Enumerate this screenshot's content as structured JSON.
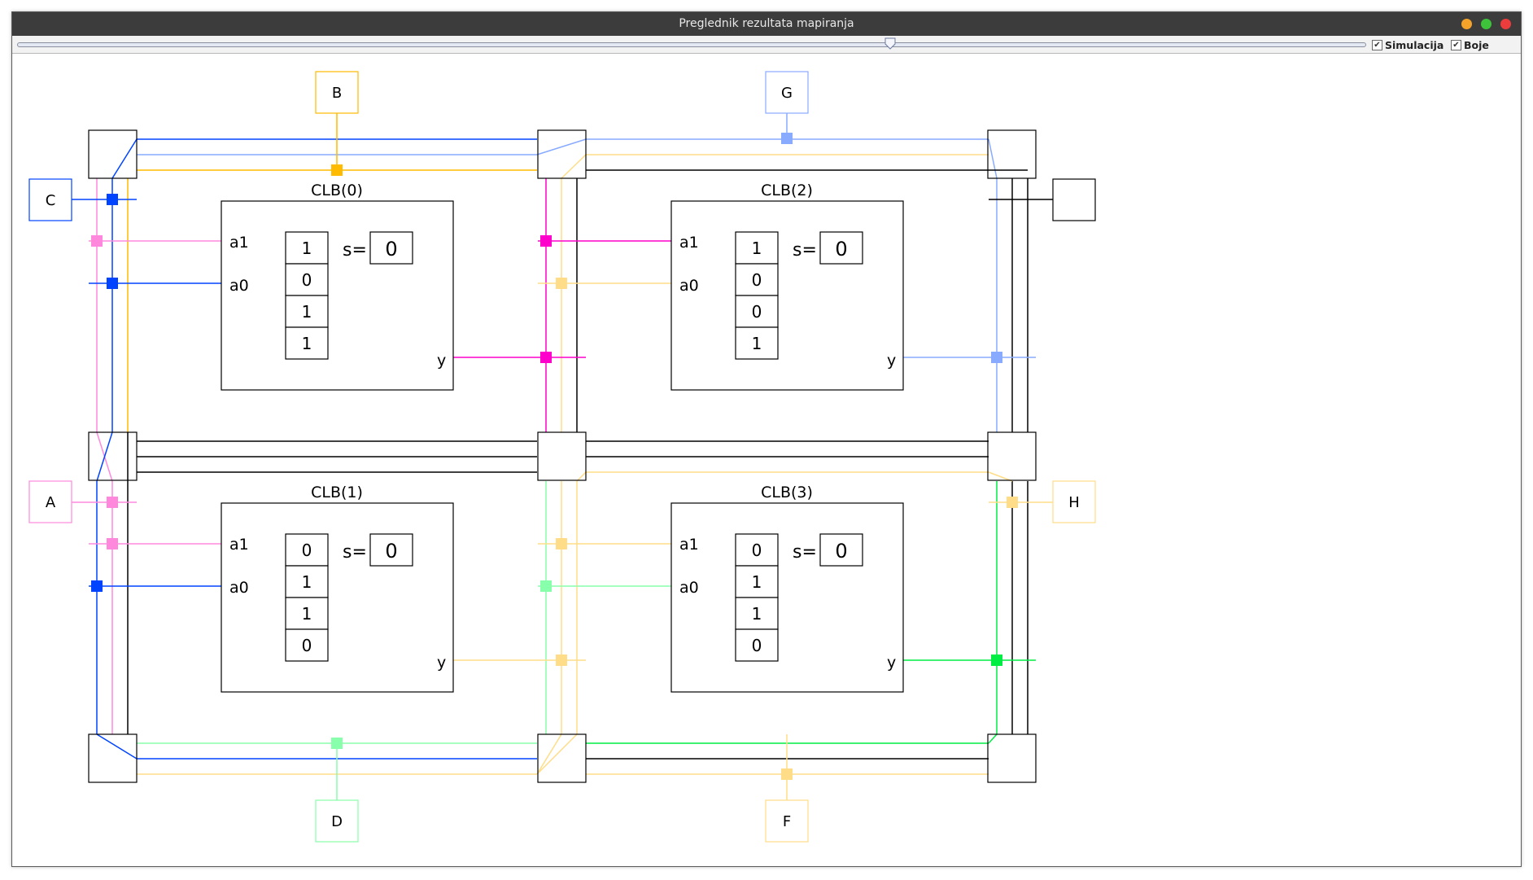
{
  "window": {
    "title": "Preglednik rezultata mapiranja"
  },
  "toolbar": {
    "simulacija_label": "Simulacija",
    "boje_label": "Boje",
    "simulacija_checked": true,
    "boje_checked": true
  },
  "pins": {
    "A": "A",
    "B": "B",
    "C": "C",
    "D": "D",
    "F": "F",
    "G": "G",
    "H": "H"
  },
  "clbs": [
    {
      "title": "CLB(0)",
      "in1": "a1",
      "in0": "a0",
      "out": "y",
      "s_label": "s=",
      "s_value": "0",
      "lut": [
        "1",
        "0",
        "1",
        "1"
      ]
    },
    {
      "title": "CLB(1)",
      "in1": "a1",
      "in0": "a0",
      "out": "y",
      "s_label": "s=",
      "s_value": "0",
      "lut": [
        "0",
        "1",
        "1",
        "0"
      ]
    },
    {
      "title": "CLB(2)",
      "in1": "a1",
      "in0": "a0",
      "out": "y",
      "s_label": "s=",
      "s_value": "0",
      "lut": [
        "1",
        "0",
        "0",
        "1"
      ]
    },
    {
      "title": "CLB(3)",
      "in1": "a1",
      "in0": "a0",
      "out": "y",
      "s_label": "s=",
      "s_value": "0",
      "lut": [
        "0",
        "1",
        "1",
        "0"
      ]
    }
  ],
  "colors": {
    "pink": "#ff88dd",
    "magenta": "#ff00cc",
    "blue": "#0044ff",
    "light_blue": "#88aaff",
    "orange": "#ffbb00",
    "light_orange": "#ffdd88",
    "green": "#00ee44",
    "light_green": "#88ffaa",
    "black": "#000000"
  }
}
